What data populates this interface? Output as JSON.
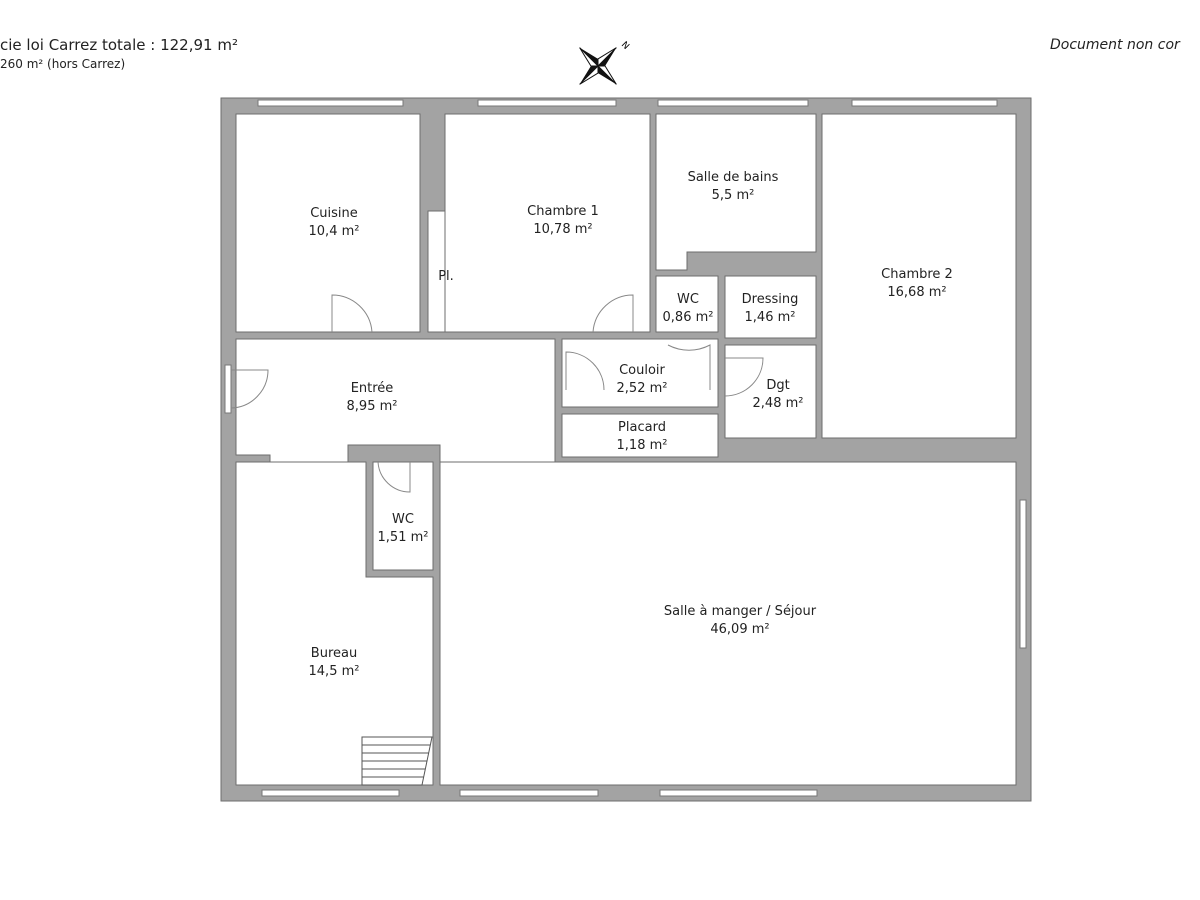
{
  "header": {
    "total_area": "cie loi Carrez totale :  122,91 m²",
    "other_area": "260 m² (hors Carrez)",
    "disclaimer": "Document non cor"
  },
  "compass": {
    "north_label": "N"
  },
  "colors": {
    "wall": "#a3a3a3",
    "wall_outline": "#6e6e6e",
    "room": "#ffffff"
  },
  "rooms": [
    {
      "name": "Cuisine",
      "area": "10,4 m²"
    },
    {
      "name": "Pl.",
      "area": ""
    },
    {
      "name": "Chambre 1",
      "area": "10,78 m²"
    },
    {
      "name": "Salle de bains",
      "area": "5,5 m²"
    },
    {
      "name": "WC",
      "area": "0,86 m²"
    },
    {
      "name": "Dressing",
      "area": "1,46 m²"
    },
    {
      "name": "Chambre 2",
      "area": "16,68 m²"
    },
    {
      "name": "Entrée",
      "area": "8,95 m²"
    },
    {
      "name": "Couloir",
      "area": "2,52 m²"
    },
    {
      "name": "Dgt",
      "area": "2,48 m²"
    },
    {
      "name": "Placard",
      "area": "1,18 m²"
    },
    {
      "name": "WC",
      "area": "1,51 m²"
    },
    {
      "name": "Salle à manger / Séjour",
      "area": "46,09 m²"
    },
    {
      "name": "Bureau",
      "area": "14,5 m²"
    }
  ]
}
